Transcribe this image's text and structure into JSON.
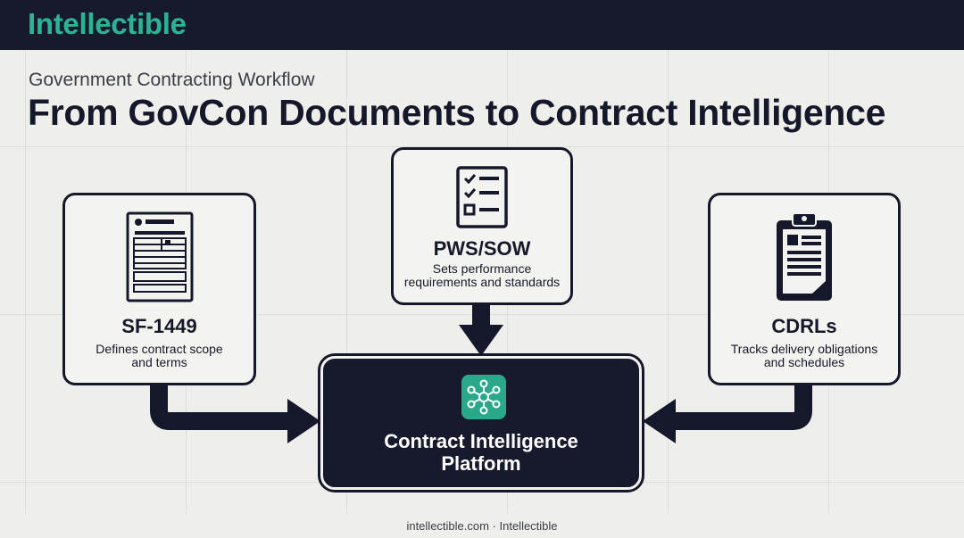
{
  "header": {
    "brand": "Intellectible"
  },
  "hero": {
    "kicker": "Government Contracting Workflow",
    "title": "From GovCon Documents to Contract Intelligence"
  },
  "inputs": [
    {
      "name": "SF-1449",
      "description_line1": "Defines contract scope",
      "description_line2": "and terms",
      "icon": "form-document-icon"
    },
    {
      "name": "PWS/SOW",
      "description_line1": "Sets performance",
      "description_line2": "requirements and standards",
      "icon": "checklist-icon"
    },
    {
      "name": "CDRLs",
      "description_line1": "Tracks delivery obligations",
      "description_line2": "and schedules",
      "icon": "clipboard-icon"
    }
  ],
  "platform": {
    "name_line1": "Contract Intelligence",
    "name_line2": "Platform",
    "icon": "network-hub-icon"
  },
  "footer": {
    "text": "intellectible.com · Intellectible"
  },
  "colors": {
    "navy": "#171a2d",
    "accent_green": "#2bb394",
    "background": "#eeeeea"
  }
}
